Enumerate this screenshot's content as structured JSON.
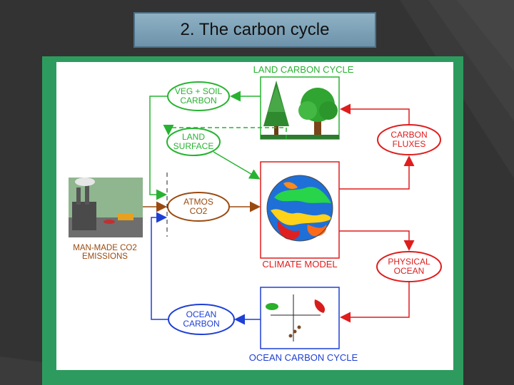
{
  "slide": {
    "title": "2. The  carbon cycle"
  },
  "diagram": {
    "land_carbon_cycle": "LAND CARBON CYCLE",
    "veg_soil": [
      "VEG + SOIL",
      "CARBON"
    ],
    "land_surface": [
      "LAND",
      "SURFACE"
    ],
    "atmos": [
      "ATMOS",
      "CO2"
    ],
    "ocean_carbon": [
      "OCEAN",
      "CARBON"
    ],
    "emissions": [
      "MAN-MADE CO2",
      "EMISSIONS"
    ],
    "climate_model": "CLIMATE MODEL",
    "carbon_fluxes": [
      "CARBON",
      "FLUXES"
    ],
    "physical_ocean": [
      "PHYSICAL",
      "OCEAN"
    ],
    "ocean_carbon_cycle": "OCEAN CARBON CYCLE"
  },
  "colors": {
    "green": "#27b331",
    "red": "#e01c1c",
    "blue": "#1e3fd6",
    "brown": "#9a4a10",
    "frame": "#2e9b5e",
    "title_box": "#7ea3b9"
  }
}
